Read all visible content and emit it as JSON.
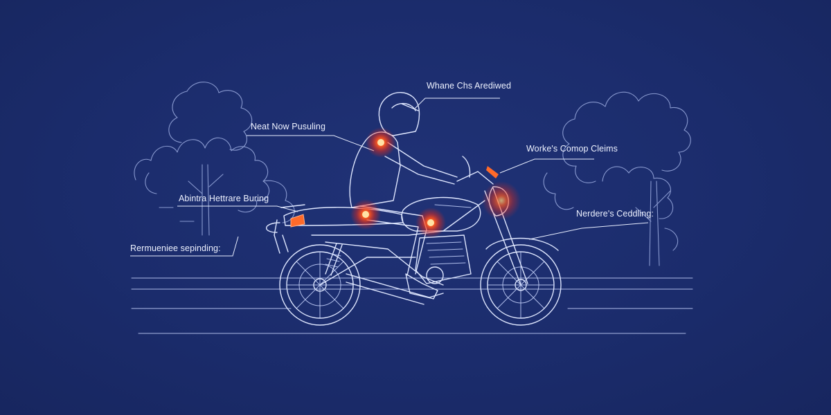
{
  "colors": {
    "background": "#1b2c6c",
    "linework": "#dfe7ff",
    "hotspot": "#ff3a1a",
    "glow": "#ff8a3a"
  },
  "labels": {
    "helmet": "Whane Chs Arediwed",
    "shoulder": "Neat Now Pusuling",
    "headlight": "Worke's Comop Cleims",
    "hip": "Abintra Hettrare Buring",
    "front_wheel": "Nerdere's Ceddling:",
    "rear": "Rermueniee sepinding:"
  },
  "hotspots": [
    "shoulder-hotspot",
    "hip-hotspot",
    "knee-hotspot",
    "headlight-hotspot"
  ]
}
